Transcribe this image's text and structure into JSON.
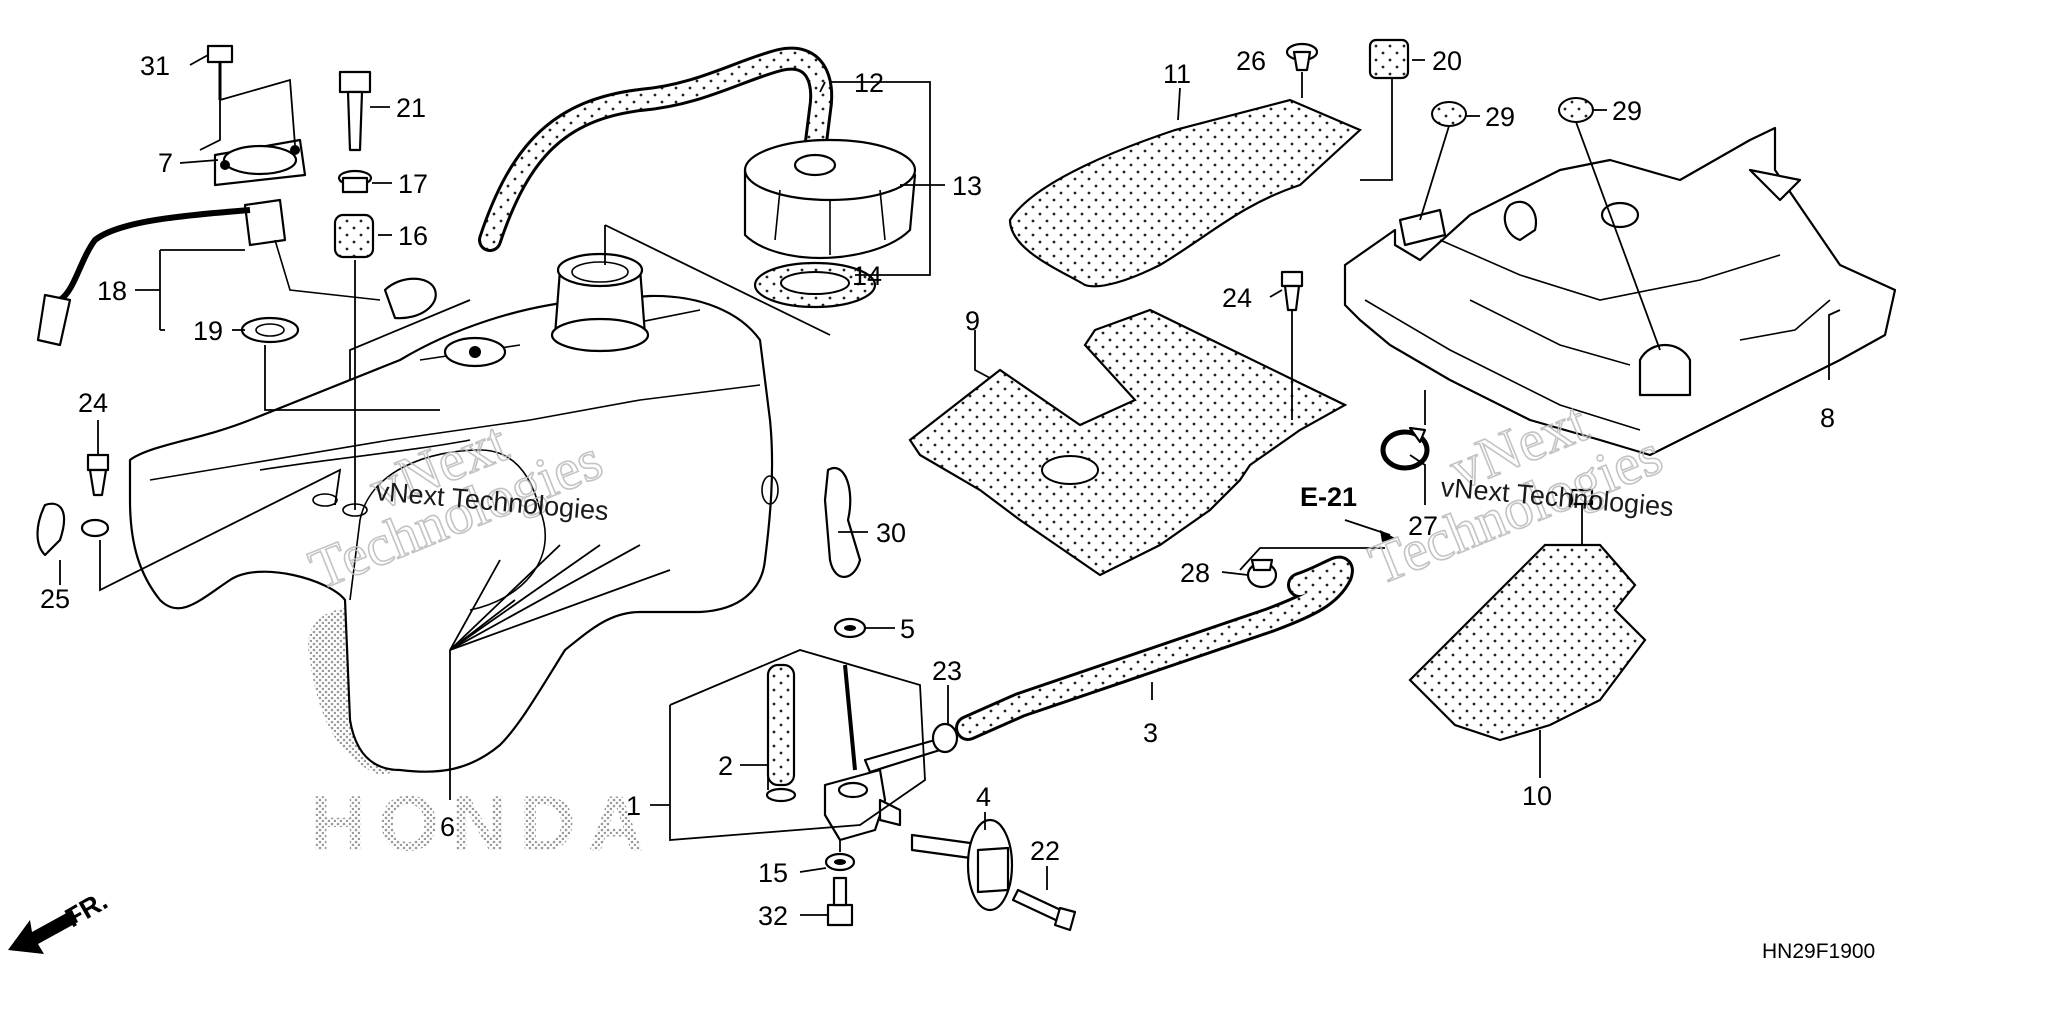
{
  "diagram": {
    "code": "HN29F1900",
    "reference": "E-21",
    "front_marker": "FR.",
    "brand_watermark": "HONDA",
    "watermark": [
      "vNext",
      "Technologies",
      "vNext Technologies"
    ],
    "callouts": {
      "c1": "1",
      "c2": "2",
      "c3": "3",
      "c4": "4",
      "c5": "5",
      "c6": "6",
      "c7": "7",
      "c8": "8",
      "c9": "9",
      "c10": "10",
      "c11": "11",
      "c12": "12",
      "c13": "13",
      "c14": "14",
      "c15": "15",
      "c16": "16",
      "c17": "17",
      "c18": "18",
      "c19": "19",
      "c20": "20",
      "c21": "21",
      "c22": "22",
      "c23": "23",
      "c24a": "24",
      "c24b": "24",
      "c25": "25",
      "c26": "26",
      "c27": "27",
      "c28": "28",
      "c29a": "29",
      "c29b": "29",
      "c30": "30",
      "c31": "31",
      "c32": "32"
    }
  }
}
